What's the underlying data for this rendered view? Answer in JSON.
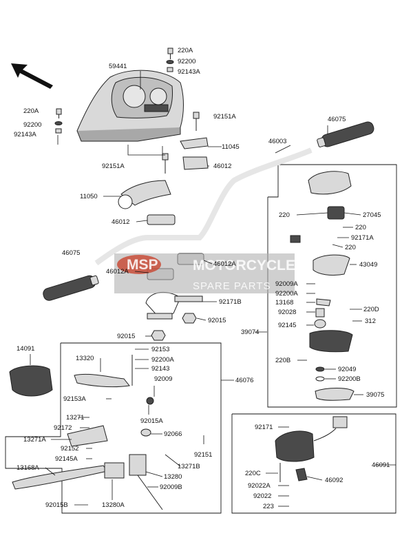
{
  "parts": {
    "p220A_top": "220A",
    "p92200_top": "92200",
    "p92143A_top": "92143A",
    "p59441": "59441",
    "p220A_left": "220A",
    "p92200_left": "92200",
    "p92143A_left": "92143A",
    "p92151A_top": "92151A",
    "p11045": "11045",
    "p92151A_mid": "92151A",
    "p46012_r": "46012",
    "p46003": "46003",
    "p46075_r": "46075",
    "p11050": "11050",
    "p46012_l": "46012",
    "p46075_l": "46075",
    "p46012A_l": "46012A",
    "p46012A_r": "46012A",
    "p92171B": "92171B",
    "p92015_a": "92015",
    "p92015_b": "92015",
    "p220_a": "220",
    "p27045": "27045",
    "p220_b": "220",
    "p92171A": "92171A",
    "p220_c": "220",
    "p43049": "43049",
    "p92009A": "92009A",
    "p92200A_r": "92200A",
    "p13168": "13168",
    "p220D": "220D",
    "p92028": "92028",
    "p312": "312",
    "p92145": "92145",
    "p39074": "39074",
    "p220B": "220B",
    "p92049": "92049",
    "p92200B": "92200B",
    "p39075": "39075",
    "p14091": "14091",
    "p92153": "92153",
    "p13320": "13320",
    "p92200A_l": "92200A",
    "p92143": "92143",
    "p92009": "92009",
    "p46076": "46076",
    "p92153A": "92153A",
    "p13271": "13271",
    "p92015A": "92015A",
    "p92172": "92172",
    "p92066": "92066",
    "p13271A": "13271A",
    "p92152": "92152",
    "p92151": "92151",
    "p92145A": "92145A",
    "p13271B": "13271B",
    "p13168A": "13168A",
    "p13280": "13280",
    "p92009B": "92009B",
    "p92015B": "92015B",
    "p13280A": "13280A",
    "p92171": "92171",
    "p46091": "46091",
    "p220C": "220C",
    "p46092": "46092",
    "p92022A": "92022A",
    "p92022": "92022",
    "p223": "223"
  },
  "watermark": {
    "logo": "MSP",
    "line1": "MOTORCYCLE",
    "line2": "SPARE PARTS"
  },
  "colors": {
    "line": "#111111",
    "part_fill": "#d9d9d9",
    "part_dark": "#4a4a4a",
    "watermark_band": "#b0b0b0",
    "watermark_logo": "#c8452f"
  }
}
